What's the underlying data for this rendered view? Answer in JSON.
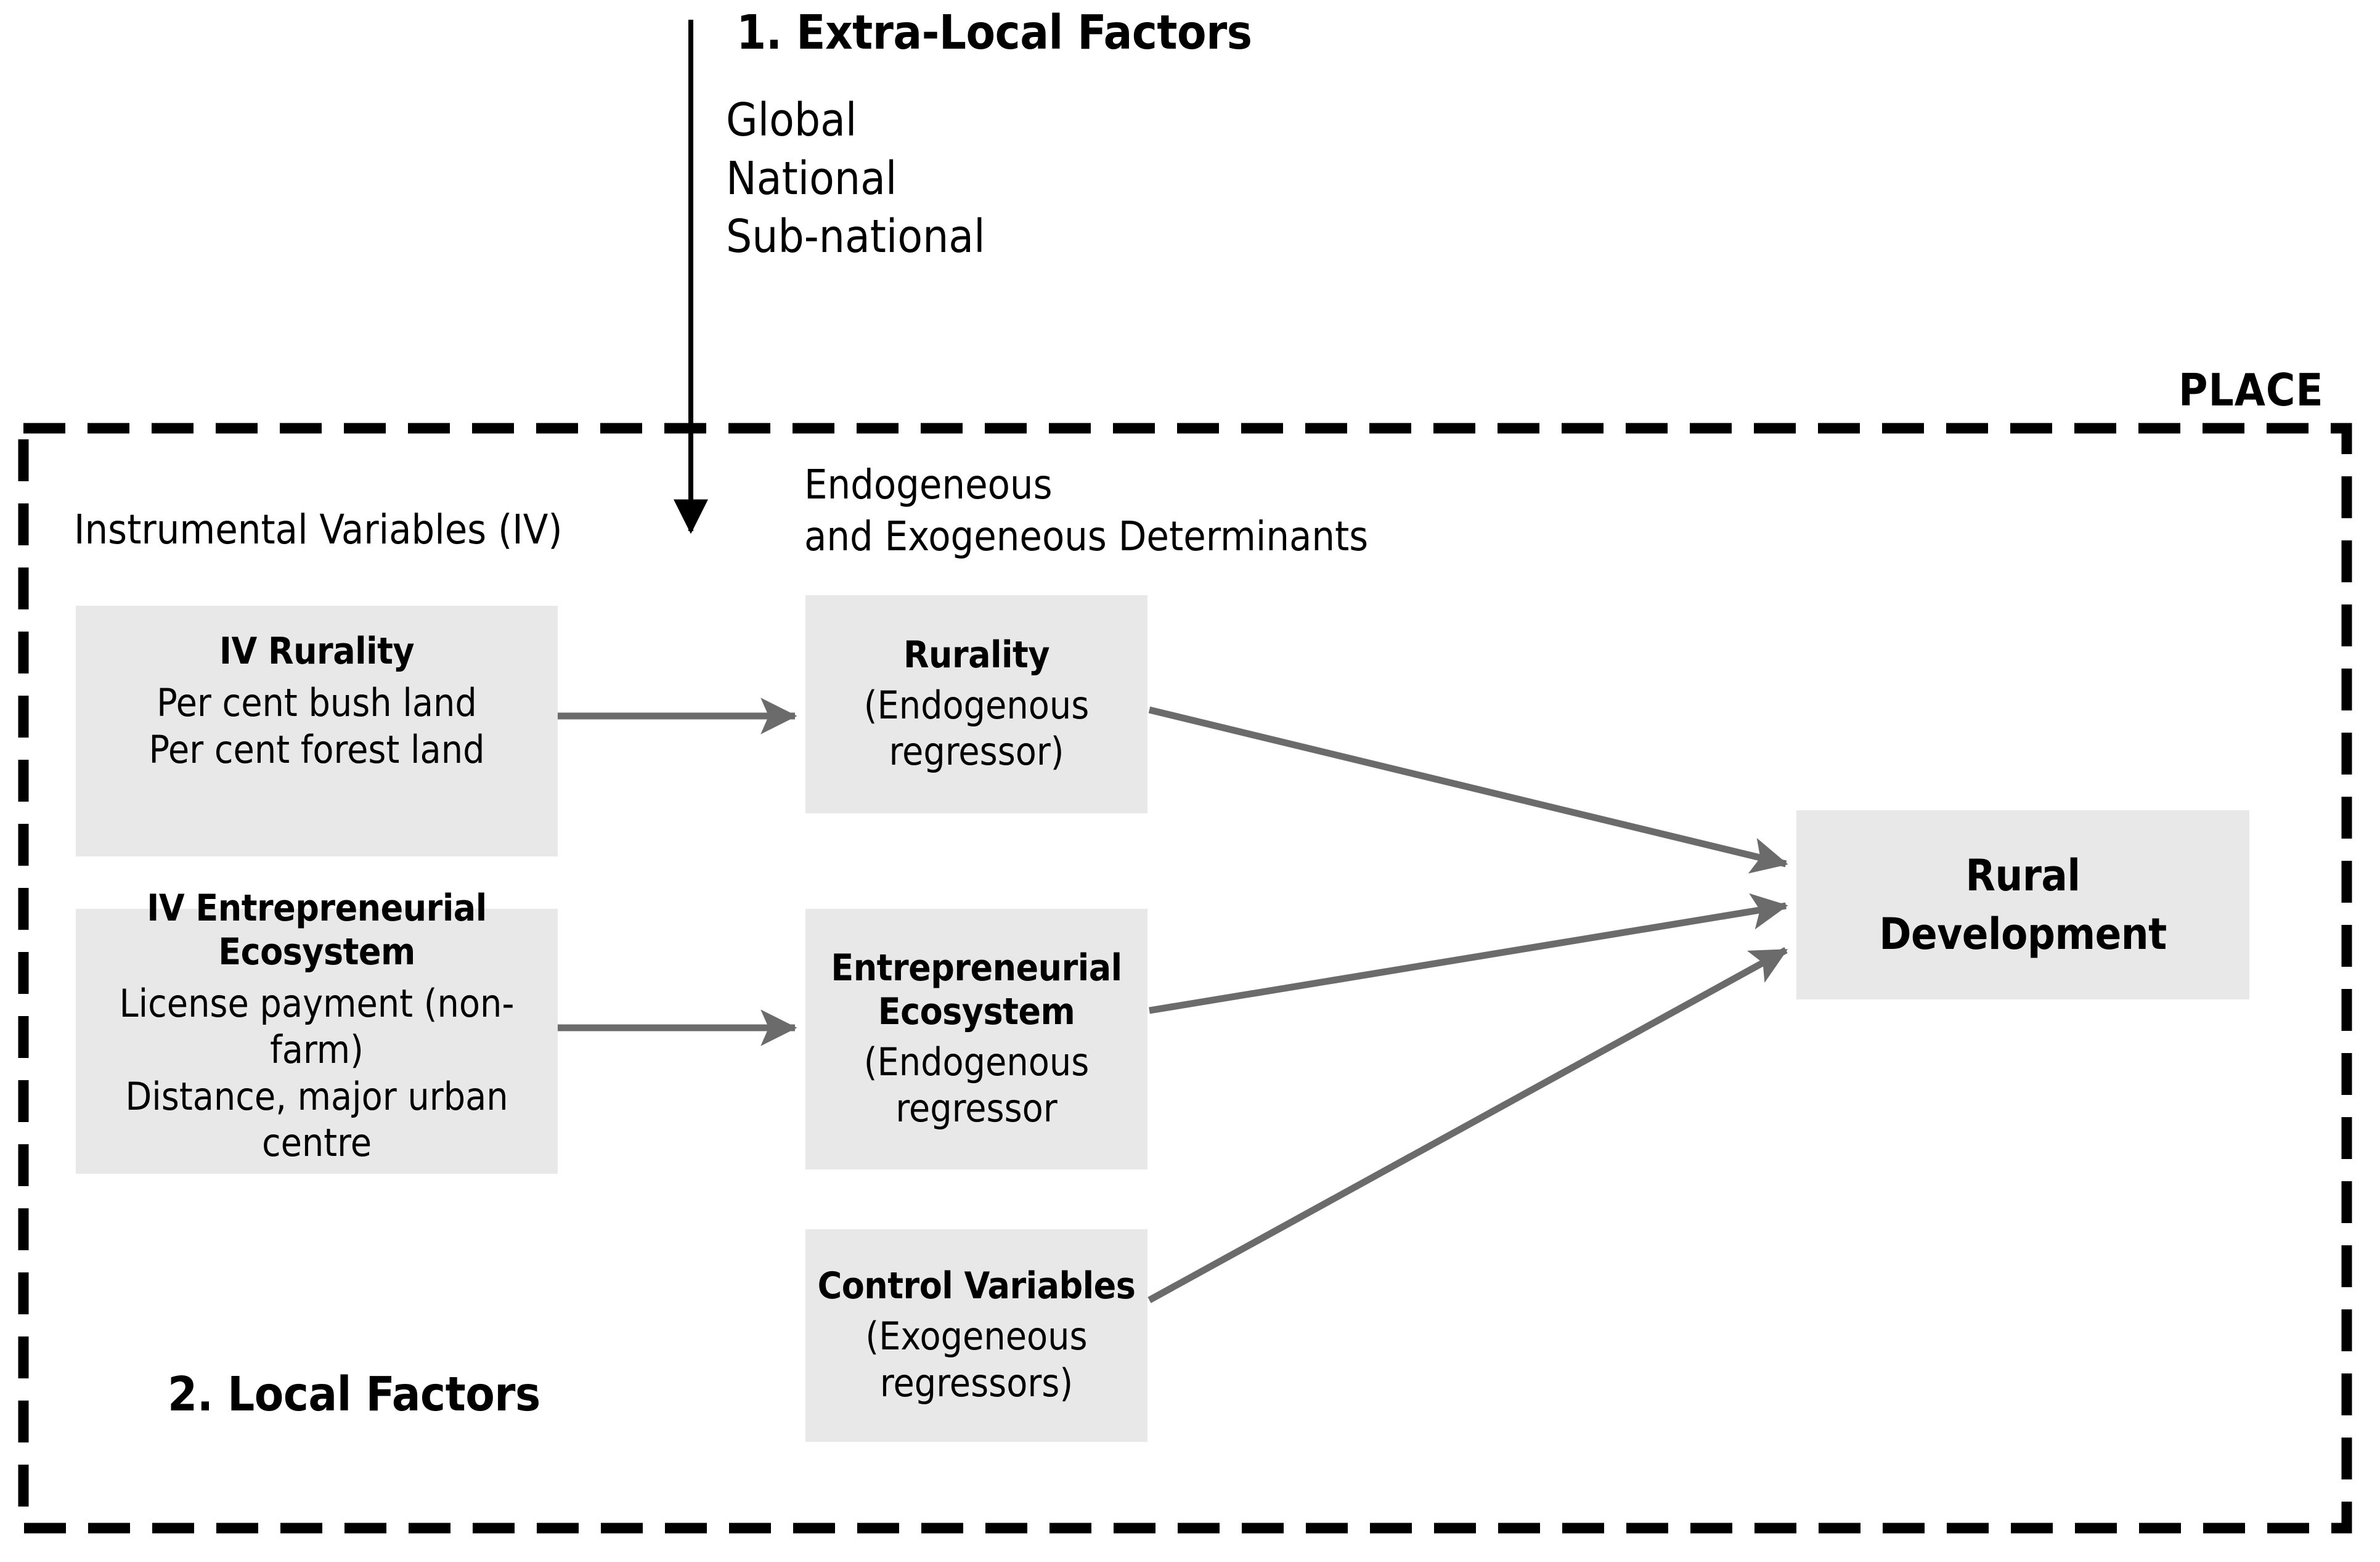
{
  "figure": {
    "place_label": "PLACE",
    "extra_local": {
      "heading": "1. Extra-Local Factors",
      "levels": [
        "Global",
        "National",
        "Sub-national"
      ]
    },
    "local": {
      "heading": "2. Local Factors"
    },
    "column_headers": {
      "left": "Instrumental Variables (IV)",
      "middle_line1": "Endogeneous",
      "middle_line2": "and Exogeneous Determinants"
    },
    "nodes": {
      "iv_rurality": {
        "title": "IV Rurality",
        "lines": [
          "Per cent bush land",
          "Per cent forest land"
        ]
      },
      "iv_ecosystem": {
        "title_line1": "IV Entrepreneurial",
        "title_line2": "Ecosystem",
        "lines": [
          "License payment (non-farm)",
          "Distance, major urban centre"
        ]
      },
      "rurality": {
        "title": "Rurality",
        "lines": [
          "(Endogenous",
          "regressor)"
        ]
      },
      "ecosystem": {
        "title_line1": "Entrepreneurial",
        "title_line2": "Ecosystem",
        "lines": [
          "(Endogenous",
          "regressor"
        ]
      },
      "control_variables": {
        "title": "Control Variables",
        "lines": [
          "(Exogeneous",
          "regressors)"
        ]
      },
      "rural_development": {
        "title_line1": "Rural",
        "title_line2": "Development"
      }
    },
    "colors": {
      "node_fill": "#e8e8e8",
      "arrow_gray": "#6b6b6b",
      "border_black": "#000000",
      "text": "#000000"
    }
  }
}
